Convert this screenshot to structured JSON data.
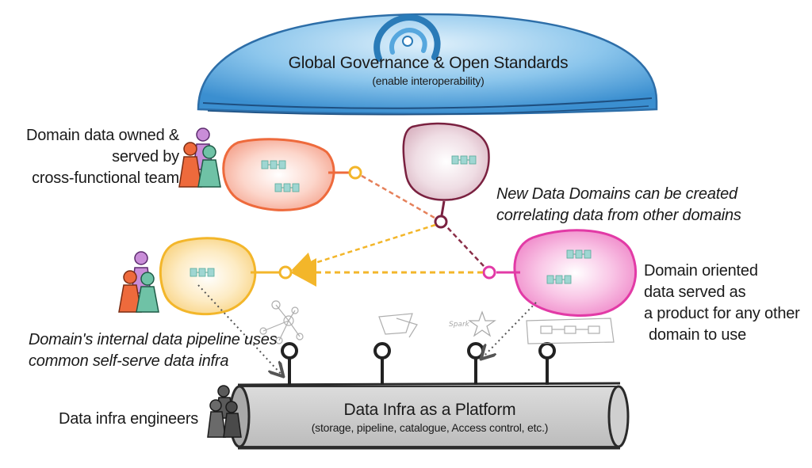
{
  "governance": {
    "title": "Global Governance & Open Standards",
    "subtitle": "(enable interoperability)"
  },
  "platform": {
    "title": "Data Infra as a Platform",
    "subtitle": "(storage, pipeline, catalogue, Access control, etc.)"
  },
  "labels": {
    "domain_owned": [
      "Domain data owned &",
      "served by",
      "cross-functional team"
    ],
    "new_domains": [
      "New Data Domains can be created",
      "correlating data from other domains"
    ],
    "domain_oriented": [
      "Domain oriented",
      "data served as",
      "a product for any other",
      "domain to use"
    ],
    "internal_pipeline": [
      "Domain's internal data pipeline uses",
      "common self-serve data infra"
    ],
    "infra_engineers": "Data infra engineers"
  },
  "sketch_texts": {
    "spark": "Spark"
  },
  "colors": {
    "governance_blue": "#4a9fd8",
    "domain_orange": "#ee6a3c",
    "domain_yellow": "#f3b62a",
    "domain_pink": "#e23aa6",
    "domain_maroon": "#7a2140",
    "platform_gray": "#c8c8c8",
    "dataset_teal": "#9fd6d2"
  },
  "icons": [
    "people-icon",
    "engineers-icon",
    "dataset-icon",
    "port-icon",
    "graph-sketch-icon",
    "cup-sketch-icon",
    "star-sketch-icon",
    "pipeline-sketch-icon"
  ]
}
